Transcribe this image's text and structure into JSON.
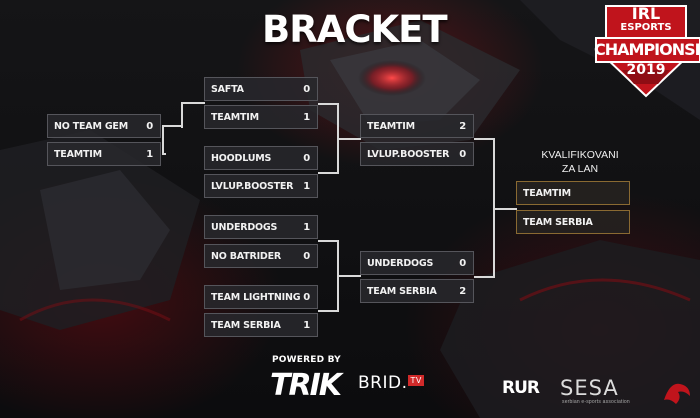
{
  "title": "BRACKET",
  "logo": {
    "line1": "IRL",
    "line2": "ESPORTS",
    "line3": "CHAMPIONSH",
    "year": "2019"
  },
  "qualified_label_line1": "KVALIFIKOVANI",
  "qualified_label_line2": "ZA LAN",
  "matches": {
    "r0": [
      {
        "name": "NO TEAM GEM",
        "score": "0"
      },
      {
        "name": "TEAMTIM",
        "score": "1"
      }
    ],
    "r1": [
      {
        "name": "SAFTA",
        "score": "0"
      },
      {
        "name": "TEAMTIM",
        "score": "1"
      },
      {
        "name": "HOODLUMS",
        "score": "0"
      },
      {
        "name": "LVLUP.BOOSTER",
        "score": "1"
      },
      {
        "name": "UNDERDOGS",
        "score": "1"
      },
      {
        "name": "NO BATRIDER",
        "score": "0"
      },
      {
        "name": "TEAM LIGHTNING",
        "score": "0"
      },
      {
        "name": "TEAM SERBIA",
        "score": "1"
      }
    ],
    "r2": [
      {
        "name": "TEAMTIM",
        "score": "2"
      },
      {
        "name": "LVLUP.BOOSTER",
        "score": "0"
      },
      {
        "name": "UNDERDOGS",
        "score": "0"
      },
      {
        "name": "TEAM SERBIA",
        "score": "2"
      }
    ],
    "qualified": [
      {
        "name": "TEAMTIM"
      },
      {
        "name": "TEAM SERBIA"
      }
    ]
  },
  "sponsors": {
    "powered_by": "POWERED BY",
    "trik": "TRIK",
    "brid": "BRID.",
    "brid_tv": "TV",
    "rur": "RUR",
    "sesa": "SESA",
    "sesa_sub": "serbian e-sports association"
  },
  "colors": {
    "accent_red": "#c0141c",
    "box_border": "#55555b",
    "qualified_border": "#8a6a32",
    "connector": "#d9d9d9"
  }
}
